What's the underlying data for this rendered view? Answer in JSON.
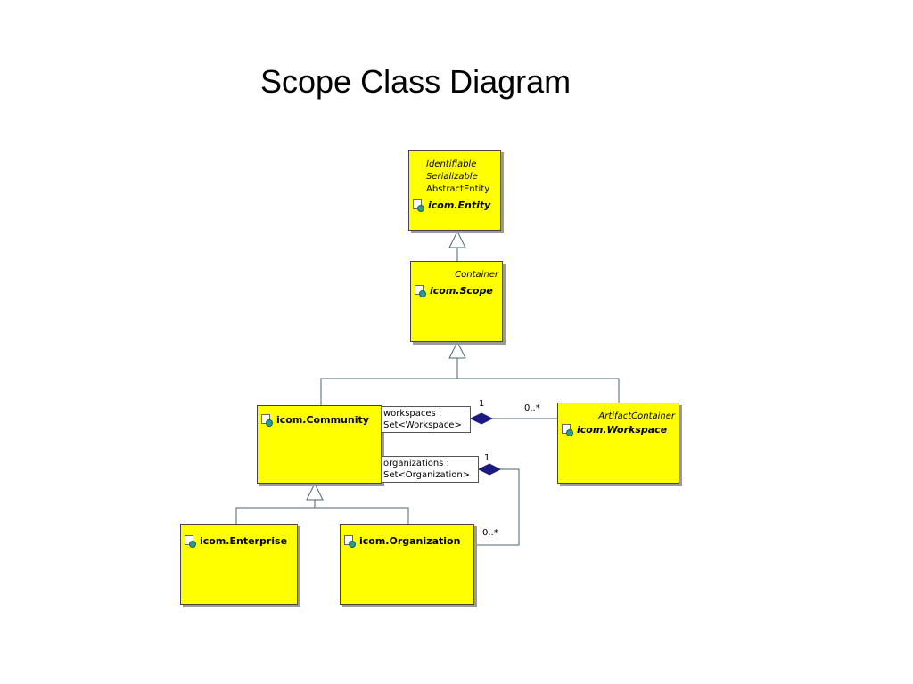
{
  "title": "Scope Class Diagram",
  "classes": {
    "entity": {
      "stereotypes": [
        "Identifiable",
        "Serializable"
      ],
      "parent": "AbstractEntity",
      "name": "icom.Entity"
    },
    "scope": {
      "stereotype": "Container",
      "name": "icom.Scope"
    },
    "community": {
      "name": "icom.Community"
    },
    "workspace": {
      "stereotype": "ArtifactContainer",
      "name": "icom.Workspace"
    },
    "enterprise": {
      "name": "icom.Enterprise"
    },
    "organization": {
      "name": "icom.Organization"
    }
  },
  "associations": {
    "workspaces": {
      "role_line1": "workspaces :",
      "role_line2": "Set<Workspace>",
      "source_mult": "1",
      "target_mult": "0..*"
    },
    "organizations": {
      "role_line1": "organizations :",
      "role_line2": "Set<Organization>",
      "source_mult": "1",
      "target_mult": "0..*"
    }
  },
  "colors": {
    "class_fill": "#ffff00",
    "line": "#4a6670",
    "diamond": "#1a1a80"
  },
  "icons": {
    "class_icon": "class-icon"
  }
}
